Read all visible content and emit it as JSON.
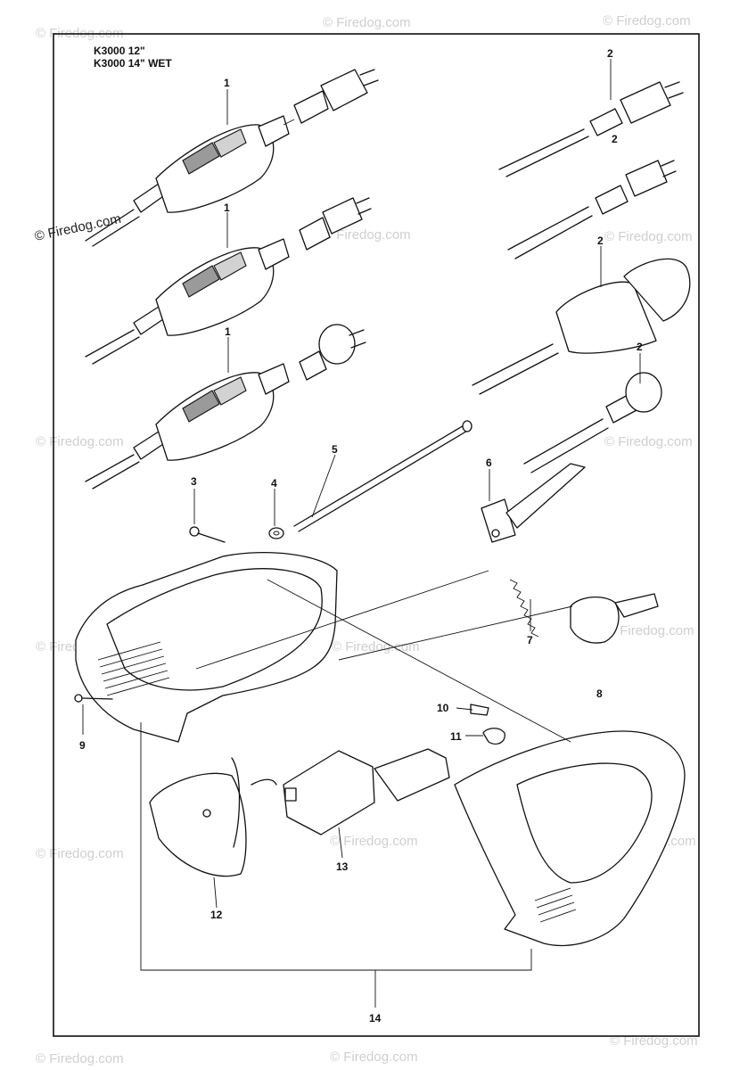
{
  "header": {
    "model_line_1": "K3000 12\"",
    "model_line_2": "K3000 14\" WET"
  },
  "watermark": "© Firedog.com",
  "callouts": {
    "c1a": "1",
    "c1b": "1",
    "c1c": "1",
    "c2a": "2",
    "c2b": "2",
    "c2c": "2",
    "c2d": "2",
    "c3": "3",
    "c4": "4",
    "c5": "5",
    "c6": "6",
    "c7": "7",
    "c8": "8",
    "c9": "9",
    "c10": "10",
    "c11": "11",
    "c12": "12",
    "c13": "13",
    "c14": "14"
  },
  "colors": {
    "ink": "#111111",
    "watermark": "#cfcfcf",
    "shade": "#9a9a9a"
  }
}
